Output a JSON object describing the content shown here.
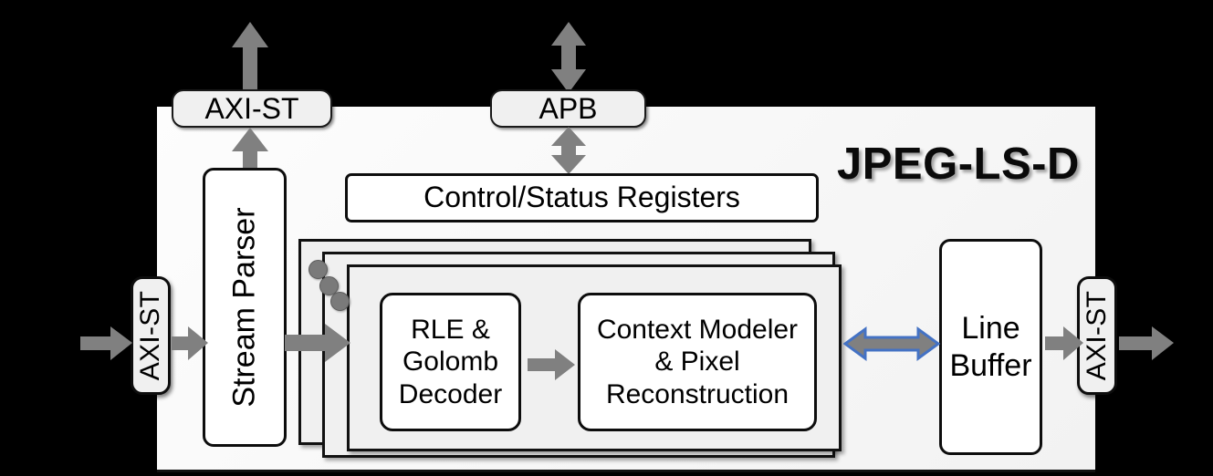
{
  "diagram": {
    "title": "JPEG-LS-D",
    "background_color": "#000000",
    "chip_color": "#f9f9f9",
    "accent_arrow_color": "#808080",
    "bidir_outline_color": "#4472c4"
  },
  "interfaces": {
    "top_stream_port": "AXI-ST",
    "top_control_port": "APB",
    "input_port": "AXI-ST",
    "output_port": "AXI-ST"
  },
  "blocks": {
    "registers": "Control/Status Registers",
    "parser": "Stream Parser",
    "decoder": "RLE &\nGolomb\nDecoder",
    "decoder_lines": [
      "RLE &",
      "Golomb",
      "Decoder"
    ],
    "modeler_lines": [
      "Context Modeler",
      "& Pixel",
      "Reconstruction"
    ],
    "line_buffer_lines": [
      "Line",
      "Buffer"
    ]
  },
  "icons": {
    "ellipsis": "three-dots-icon",
    "up_arrow": "arrow-up-icon",
    "updown_arrow": "arrow-up-down-icon",
    "right_arrow": "arrow-right-icon",
    "bidir_arrow": "arrow-left-right-icon"
  }
}
